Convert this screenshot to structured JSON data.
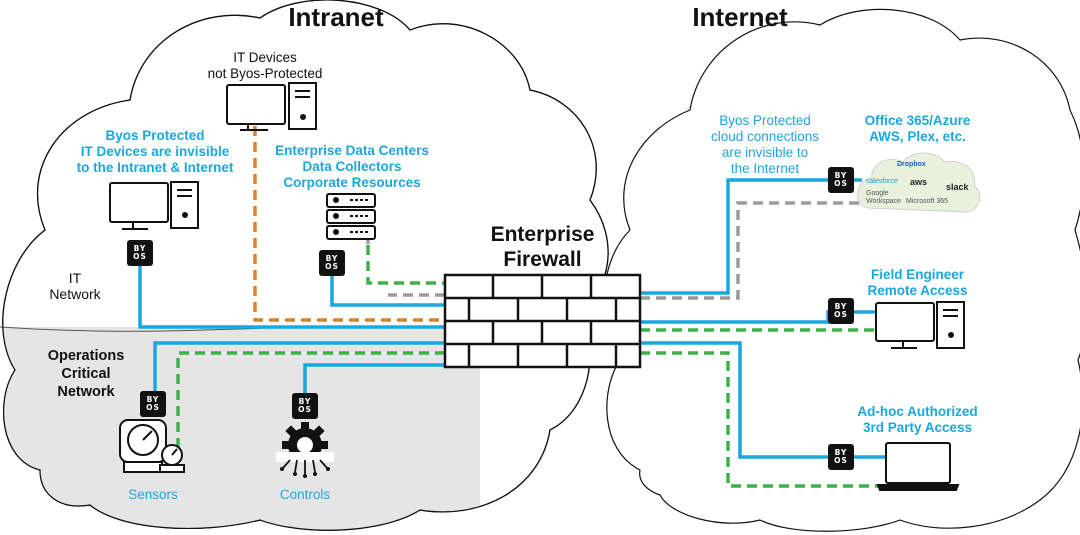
{
  "headings": {
    "intranet": "Intranet",
    "internet": "Internet",
    "firewall_line1": "Enterprise",
    "firewall_line2": "Firewall"
  },
  "intranet": {
    "it_devices_unprotected": [
      "IT Devices",
      "not Byos-Protected"
    ],
    "it_devices_protected": [
      "Byos Protected",
      "IT Devices are invisible",
      "to the Intranet & Internet"
    ],
    "data_centers": [
      "Enterprise Data Centers",
      "Data Collectors",
      "Corporate Resources"
    ],
    "it_network": [
      "IT",
      "Network"
    ],
    "ops_network": [
      "Operations",
      "Critical",
      "Network"
    ],
    "sensors": "Sensors",
    "controls": "Controls"
  },
  "internet": {
    "cloud_connections": [
      "Byos Protected",
      "cloud connections",
      "are invisible to",
      "the Internet"
    ],
    "cloud_services": [
      "Office 365/Azure",
      "AWS, Plex, etc."
    ],
    "field_engineer": [
      "Field Engineer",
      "Remote Access"
    ],
    "third_party": [
      "Ad-hoc Authorized",
      "3rd Party Access"
    ],
    "cloud_logos": {
      "salesforce": "salesforce",
      "dropbox": "Dropbox",
      "aws": "aws",
      "slack": "slack",
      "google": "Google Workspace",
      "microsoft": "Microsoft 365"
    }
  },
  "byos_badge": {
    "line1": "BY",
    "line2": "OS"
  },
  "colors": {
    "blue": "#1aa7de",
    "orange": "#d9822b",
    "green": "#3cb34a",
    "gray": "#9a9a9a",
    "ops_fill": "#e5e5e5"
  }
}
